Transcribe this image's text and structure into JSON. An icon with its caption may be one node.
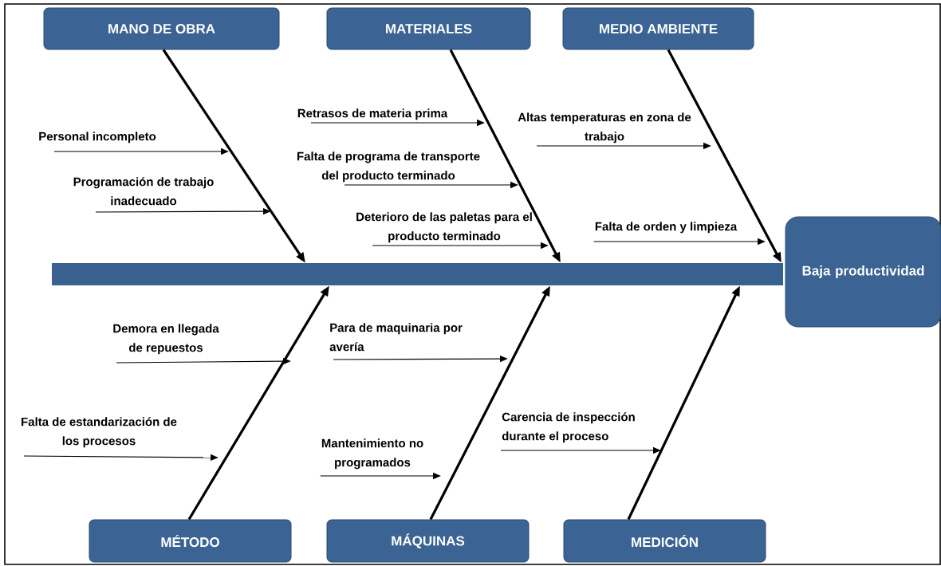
{
  "diagram": {
    "nodes": [
      {
        "text": [
          "MANO DE OBRA"
        ]
      },
      {
        "text": [
          "MATERIALES"
        ]
      },
      {
        "text": [
          "MEDIO AMBIENTE"
        ]
      },
      {
        "text": [],
        "shape": "bar"
      },
      {
        "text": [
          "Baja productividad"
        ]
      },
      {
        "text": [
          "MÉTODO"
        ]
      },
      {
        "text": [
          "MÁQUINAS"
        ]
      },
      {
        "text": [
          "MEDICIÓN"
        ]
      },
      {
        "text": [
          "Personal incompleto"
        ]
      },
      {
        "text": [
          "Programación de trabajo inadecuado"
        ]
      },
      {
        "text": [
          "Retrasos de materia prima"
        ]
      },
      {
        "text": [
          "Falta de programa de transporte del producto terminado"
        ]
      },
      {
        "text": [
          "Deterioro de las paletas para el producto terminado"
        ]
      },
      {
        "text": [
          "Altas temperaturas en zona de trabajo"
        ]
      },
      {
        "text": [
          "Falta de orden y limpieza"
        ]
      },
      {
        "text": [
          "Demora en llegada de repuestos"
        ]
      },
      {
        "text": [
          "Falta de estandarización de los procesos"
        ]
      },
      {
        "text": [
          "Para de maquinaria por avería"
        ]
      },
      {
        "text": [
          "Mantenimiento no programados"
        ]
      },
      {
        "text": [
          "Carencia de inspección durante el proceso"
        ]
      }
    ],
    "edges": [
      {
        "from": 0,
        "to": 3,
        "arrow": "to",
        "style": "thick"
      },
      {
        "from": 1,
        "to": 3,
        "arrow": "to",
        "style": "thick"
      },
      {
        "from": 2,
        "to": 3,
        "arrow": "to",
        "style": "thick"
      },
      {
        "from": 5,
        "to": 3,
        "arrow": "to",
        "style": "thick"
      },
      {
        "from": 6,
        "to": 3,
        "arrow": "to",
        "style": "thick"
      },
      {
        "from": 7,
        "to": 3,
        "arrow": "to",
        "style": "thick"
      },
      {
        "from": 8,
        "to": null,
        "arrow": "to"
      },
      {
        "from": 9,
        "to": null,
        "arrow": "to"
      },
      {
        "from": 10,
        "to": null,
        "arrow": "to"
      },
      {
        "from": 11,
        "to": null,
        "arrow": "to"
      },
      {
        "from": 12,
        "to": null,
        "arrow": "to"
      },
      {
        "from": 13,
        "to": null,
        "arrow": "to"
      },
      {
        "from": 14,
        "to": null,
        "arrow": "to"
      },
      {
        "from": 15,
        "to": null,
        "arrow": "to"
      },
      {
        "from": 16,
        "to": null,
        "arrow": "to"
      },
      {
        "from": 17,
        "to": null,
        "arrow": "to"
      },
      {
        "from": 18,
        "to": null,
        "arrow": "to"
      },
      {
        "from": 19,
        "to": null,
        "arrow": "to"
      }
    ]
  }
}
